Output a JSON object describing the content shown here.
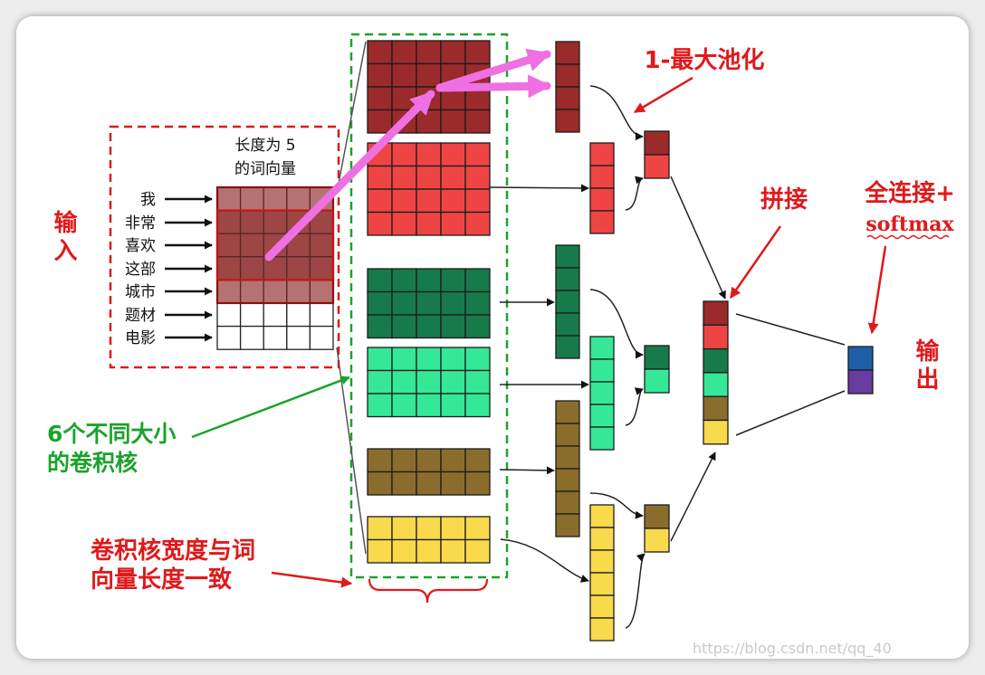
{
  "input": {
    "label": "输入",
    "vector_caption": [
      "长度为 5",
      "的词向量"
    ],
    "embedding_dim": 5,
    "words": [
      "我",
      "非常",
      "喜欢",
      "这部",
      "城市",
      "题材",
      "电影"
    ]
  },
  "filters": {
    "label": [
      "6个不同大小",
      "的卷积核"
    ],
    "width_note": [
      "卷积核宽度与词",
      "向量长度一致"
    ],
    "items": [
      {
        "rows": 4,
        "color": "#9b2a2a"
      },
      {
        "rows": 4,
        "color": "#ef4444"
      },
      {
        "rows": 3,
        "color": "#177a4b"
      },
      {
        "rows": 3,
        "color": "#35e897"
      },
      {
        "rows": 2,
        "color": "#8a6d2c"
      },
      {
        "rows": 2,
        "color": "#f9da4d"
      }
    ]
  },
  "feature_maps": [
    {
      "length": 4,
      "color": "#9b2a2a"
    },
    {
      "length": 4,
      "color": "#ef4444"
    },
    {
      "length": 5,
      "color": "#177a4b"
    },
    {
      "length": 5,
      "color": "#35e897"
    },
    {
      "length": 6,
      "color": "#8a6d2c"
    },
    {
      "length": 6,
      "color": "#f9da4d"
    }
  ],
  "pooling": {
    "label": "1-最大池化",
    "groups": [
      [
        "#9b2a2a",
        "#ef4444"
      ],
      [
        "#177a4b",
        "#35e897"
      ],
      [
        "#8a6d2c",
        "#f9da4d"
      ]
    ]
  },
  "concat": {
    "label": "拼接",
    "colors": [
      "#9b2a2a",
      "#ef4444",
      "#177a4b",
      "#35e897",
      "#8a6d2c",
      "#f9da4d"
    ]
  },
  "fully_connected": {
    "label": [
      "全连接+",
      "softmax"
    ]
  },
  "output": {
    "label": "输出",
    "colors": [
      "#1f5fa8",
      "#6a3ba0"
    ]
  },
  "watermark": "https://blog.csdn.net/qq_40",
  "colors": {
    "annotation_red": "#e0191b",
    "annotation_green": "#1aa32a",
    "pink_arrow": "#ee70e2",
    "input_window": "#b57272",
    "input_window_focus": "#9c4646",
    "cell_border": "#1c1c1c"
  }
}
